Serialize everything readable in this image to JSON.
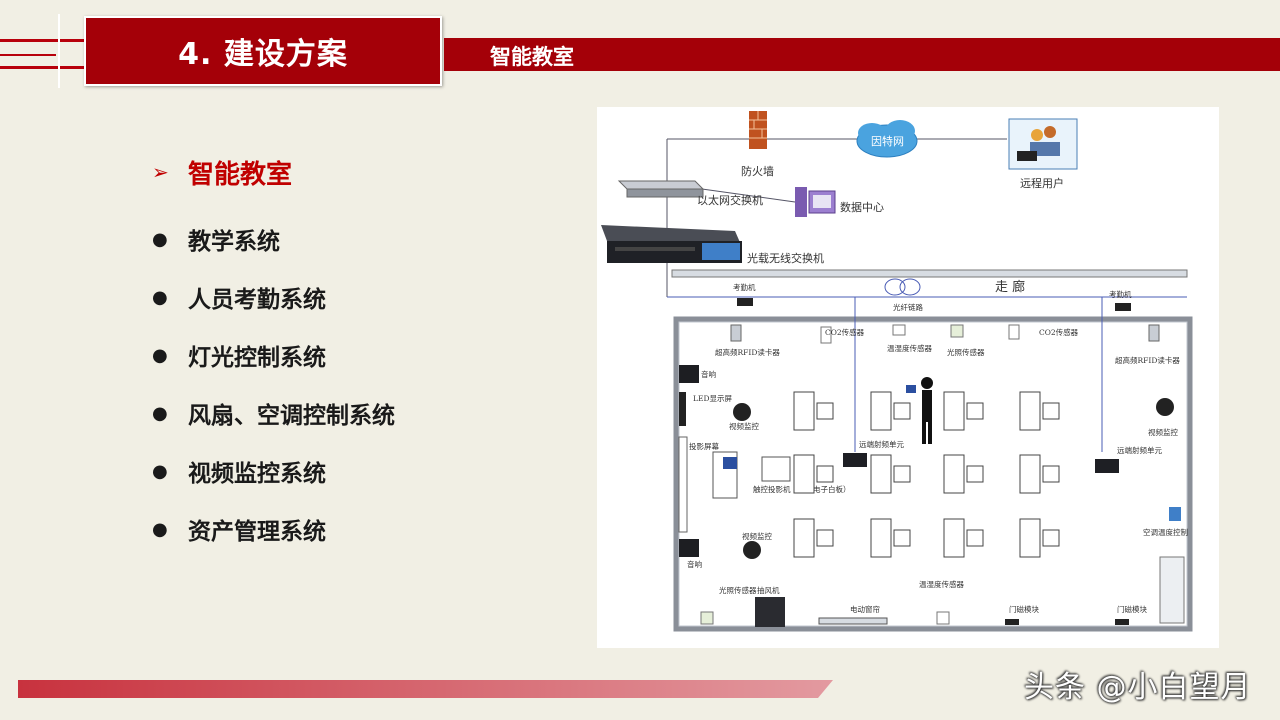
{
  "header": {
    "title": "4. 建设方案",
    "subtitle": "智能教室"
  },
  "bullets": [
    {
      "label": "智能教室",
      "active": true
    },
    {
      "label": "教学系统",
      "active": false
    },
    {
      "label": "人员考勤系统",
      "active": false
    },
    {
      "label": "灯光控制系统",
      "active": false
    },
    {
      "label": "风扇、空调控制系统",
      "active": false
    },
    {
      "label": "视频监控系统",
      "active": false
    },
    {
      "label": "资产管理系统",
      "active": false
    }
  ],
  "diagram": {
    "firewall": "防火墙",
    "internet": "因特网",
    "remote_user": "远程用户",
    "ethernet_switch": "以太网交换机",
    "data_center": "数据中心",
    "optical_wireless_switch": "光载无线交换机",
    "corridor": "走  廊",
    "fiber_link": "光纤链路",
    "attendance_left": "考勤机",
    "attendance_right": "考勤机",
    "co2_left": "CO2传感器",
    "co2_right": "CO2传感器",
    "temp_humidity": "温湿度传感器",
    "light_sensor": "光照传感器",
    "rfid_left": "超高频RFID读卡器",
    "rfid_right": "超高频RFID读卡器",
    "speaker_top": "音响",
    "speaker_bottom": "音响",
    "led_screen": "LED显示屏",
    "video_monitor_1": "视频监控",
    "video_monitor_2": "视频监控",
    "video_monitor_3": "视频监控",
    "projection_screen": "投影屏幕",
    "remote_rf_left": "远端射频单元",
    "remote_rf_right": "远端射频单元",
    "touch_projector": "触控投影机（内置电子白板）",
    "ac_control": "空调温度控制",
    "light_sensor_bottom": "光照传感器",
    "exhaust_fan": "抽风机",
    "electric_curtain": "电动窗帘",
    "temp_humidity_bottom": "温湿度传感器",
    "door_module_1": "门磁模块",
    "door_module_2": "门磁模块"
  },
  "watermark": "头条 @小白望月",
  "colors": {
    "brand_red": "#a40008",
    "active_bullet": "#c00000",
    "background": "#f1efe4"
  }
}
